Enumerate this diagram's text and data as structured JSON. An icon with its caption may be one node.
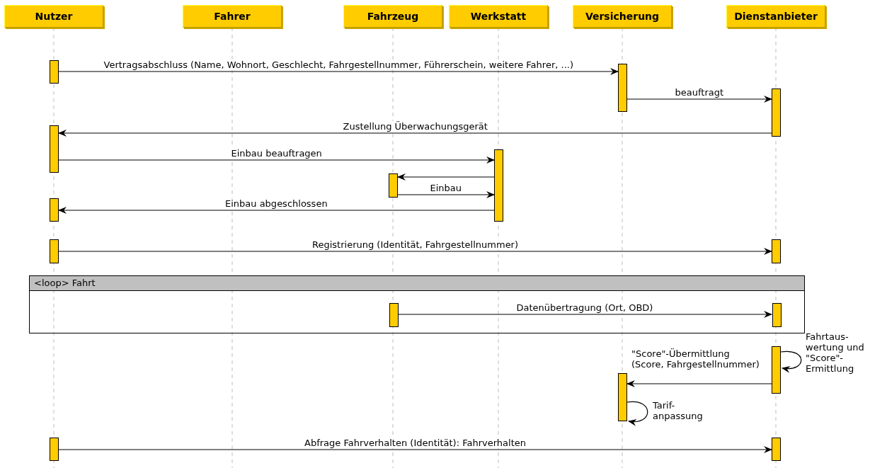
{
  "diagram": {
    "nodes": [
      {
        "text": [
          "Nutzer"
        ]
      },
      {
        "text": [
          "Fahrer"
        ]
      },
      {
        "text": [
          "Fahrzeug"
        ]
      },
      {
        "text": [
          "Werkstatt"
        ]
      },
      {
        "text": [
          "Versicherung"
        ]
      },
      {
        "text": [
          "Dienstanbieter"
        ]
      },
      {
        "text": [],
        "shape": "bar"
      },
      {
        "text": [],
        "shape": "bar"
      },
      {
        "text": [],
        "shape": "bar"
      },
      {
        "text": [],
        "shape": "bar"
      },
      {
        "text": [],
        "shape": "bar"
      },
      {
        "text": [],
        "shape": "bar"
      },
      {
        "text": [],
        "shape": "bar"
      },
      {
        "text": [],
        "shape": "bar"
      },
      {
        "text": [],
        "shape": "bar"
      },
      {
        "text": [
          "<loop> Fahrt"
        ]
      },
      {
        "text": [],
        "shape": "bar",
        "in": 15
      },
      {
        "text": [],
        "shape": "bar",
        "in": 15
      },
      {
        "text": [],
        "shape": "bar"
      },
      {
        "text": [],
        "shape": "bar"
      },
      {
        "text": [],
        "shape": "bar"
      },
      {
        "text": [],
        "shape": "bar"
      }
    ],
    "edges": [
      {
        "from": 6,
        "to": 7,
        "arrow": "to",
        "label": "Vertragsabschluss (Name, Wohnort, Geschlecht, Fahrgestellnummer, Führerschein, weitere Fahrer, ...)"
      },
      {
        "from": 7,
        "to": 8,
        "arrow": "to",
        "label": "beauftragt"
      },
      {
        "from": 8,
        "to": 9,
        "arrow": "to",
        "label": "Zustellung Überwachungsgerät"
      },
      {
        "from": 9,
        "to": 10,
        "arrow": "to",
        "label": "Einbau beauftragen"
      },
      {
        "from": 10,
        "to": 11,
        "arrow": "to"
      },
      {
        "from": 11,
        "to": 10,
        "arrow": "to",
        "label": "Einbau"
      },
      {
        "from": 10,
        "to": 12,
        "arrow": "to",
        "label": "Einbau abgeschlossen"
      },
      {
        "from": 13,
        "to": 14,
        "arrow": "to",
        "label": "Registrierung (Identität, Fahrgestellnummer)"
      },
      {
        "from": 16,
        "to": 17,
        "arrow": "to",
        "label": "Datenübertragung (Ort, OBD)"
      },
      {
        "from": 18,
        "to": 18,
        "arrow": "to",
        "label": "Fahrtaus- wertung und \"Score\"- Ermittlung"
      },
      {
        "from": 18,
        "to": 19,
        "arrow": "to",
        "label": "\"Score\"-Übermittlung (Score, Fahrgestellnummer)"
      },
      {
        "from": 19,
        "to": 19,
        "arrow": "to",
        "label": "Tarif- anpassung"
      },
      {
        "from": 20,
        "to": 21,
        "arrow": "to",
        "label": "Abfrage Fahrverhalten (Identität): Fahrverhalten"
      }
    ]
  }
}
